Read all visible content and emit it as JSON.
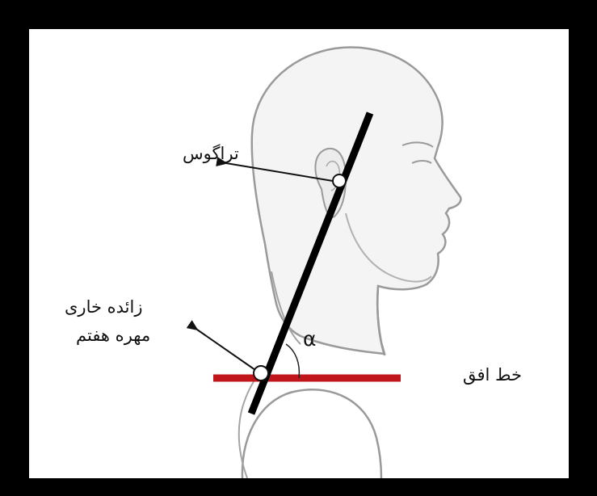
{
  "figure": {
    "labels": {
      "tragus": "تراگوس",
      "c7_line1": "زائده خاری",
      "c7_line2": "مهره هفتم",
      "horizontal_line": "خط افق",
      "angle": "α"
    },
    "colors": {
      "frame": "#000000",
      "background": "#ffffff",
      "horizontal_line": "#c0151b",
      "reference_line": "#000000",
      "skin_outline": "#9a9a9a",
      "skin_fill": "#f2f2f2",
      "marker_fill": "#ffffff"
    },
    "icons": {
      "head_silhouette": "head-profile-icon",
      "tragus_marker": "circle-marker-icon",
      "c7_marker": "circle-marker-icon",
      "arrows": "arrow-icon"
    }
  }
}
